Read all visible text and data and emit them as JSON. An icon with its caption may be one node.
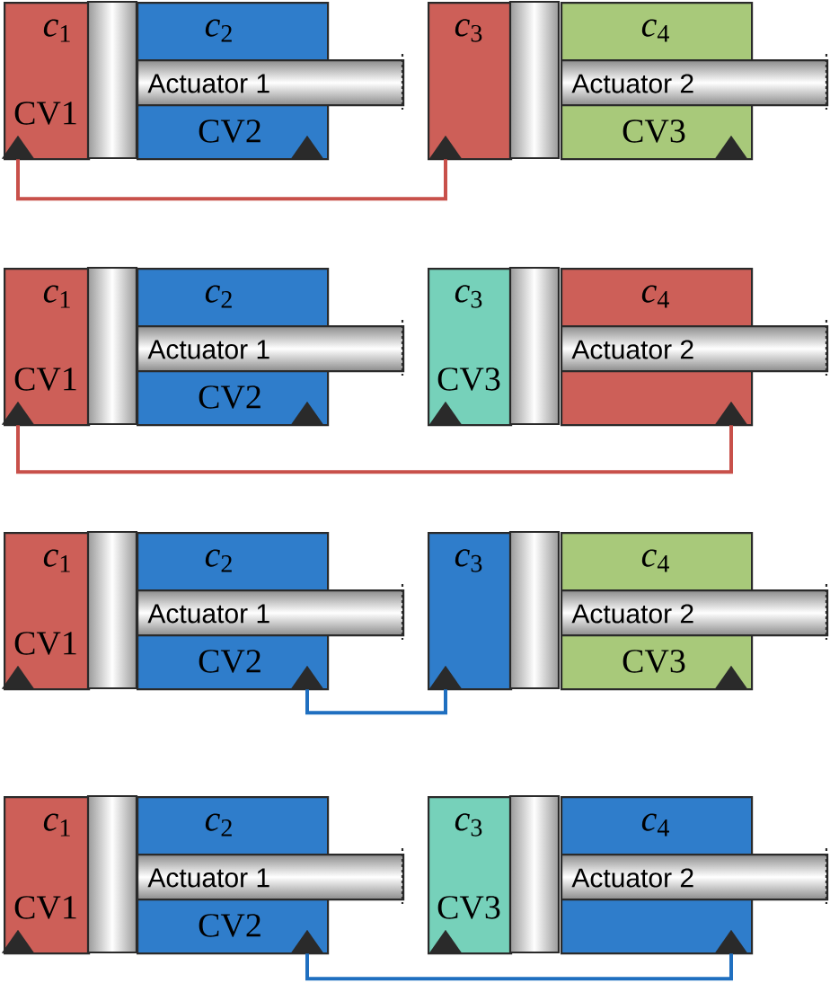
{
  "diagram": {
    "nodes": [
      {
        "text": [
          "*c*$_{1}$",
          "CV1"
        ]
      },
      {
        "text": [],
        "shape": "triangle",
        "in": 0
      },
      {
        "text": [
          "*c*$_{2}$",
          "CV2"
        ]
      },
      {
        "text": [],
        "shape": "triangle",
        "in": 2
      },
      {
        "text": [
          "Actuator 1"
        ]
      },
      {
        "text": [
          "*c*$_{3}$"
        ]
      },
      {
        "text": [],
        "shape": "triangle",
        "in": 5
      },
      {
        "text": [
          "*c*$_{4}$",
          "CV3"
        ]
      },
      {
        "text": [],
        "shape": "triangle",
        "in": 7
      },
      {
        "text": [
          "Actuator 2"
        ]
      },
      {
        "text": [
          "*c*$_{1}$",
          "CV1"
        ]
      },
      {
        "text": [],
        "shape": "triangle",
        "in": 10
      },
      {
        "text": [
          "*c*$_{2}$",
          "CV2"
        ]
      },
      {
        "text": [],
        "shape": "triangle",
        "in": 12
      },
      {
        "text": [
          "Actuator 1"
        ]
      },
      {
        "text": [
          "*c*$_{3}$",
          "CV3"
        ]
      },
      {
        "text": [],
        "shape": "triangle",
        "in": 15
      },
      {
        "text": [
          "*c*$_{4}$"
        ]
      },
      {
        "text": [],
        "shape": "triangle",
        "in": 17
      },
      {
        "text": [
          "Actuator 2"
        ]
      },
      {
        "text": [
          "*c*$_{1}$",
          "CV1"
        ]
      },
      {
        "text": [],
        "shape": "triangle",
        "in": 20
      },
      {
        "text": [
          "*c*$_{2}$",
          "CV2"
        ]
      },
      {
        "text": [],
        "shape": "triangle",
        "in": 22
      },
      {
        "text": [
          "Actuator 1"
        ]
      },
      {
        "text": [
          "*c*$_{3}$"
        ]
      },
      {
        "text": [],
        "shape": "triangle",
        "in": 25
      },
      {
        "text": [
          "*c*$_{4}$",
          "CV3"
        ]
      },
      {
        "text": [],
        "shape": "triangle",
        "in": 27
      },
      {
        "text": [
          "Actuator 2"
        ]
      },
      {
        "text": [
          "*c*$_{1}$",
          "CV1"
        ]
      },
      {
        "text": [],
        "shape": "triangle",
        "in": 30
      },
      {
        "text": [
          "*c*$_{2}$",
          "CV2"
        ]
      },
      {
        "text": [],
        "shape": "triangle",
        "in": 32
      },
      {
        "text": [
          "Actuator 1"
        ]
      },
      {
        "text": [
          "*c*$_{3}$",
          "CV3"
        ]
      },
      {
        "text": [],
        "shape": "triangle",
        "in": 35
      },
      {
        "text": [
          "*c*$_{4}$"
        ]
      },
      {
        "text": [],
        "shape": "triangle",
        "in": 37
      },
      {
        "text": [
          "Actuator 2"
        ]
      }
    ],
    "edges": [
      {
        "from": 1,
        "to": 6,
        "arrow": "none",
        "color": "#c8504a"
      },
      {
        "from": 11,
        "to": 18,
        "arrow": "none",
        "color": "#c8504a"
      },
      {
        "from": 23,
        "to": 26,
        "arrow": "none",
        "color": "#1f6fc0"
      },
      {
        "from": 33,
        "to": 38,
        "arrow": "none",
        "color": "#1f6fc0"
      }
    ]
  }
}
